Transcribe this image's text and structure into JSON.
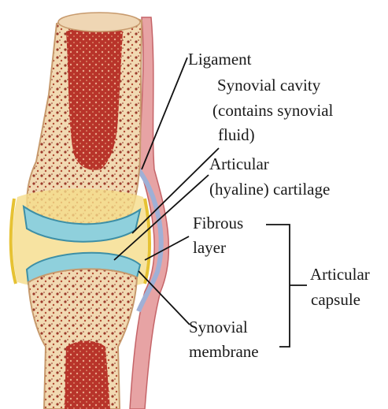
{
  "labels": {
    "ligament": "Ligament",
    "synovial_cavity": [
      "Synovial cavity",
      "(contains synovial",
      "fluid)"
    ],
    "articular_cartilage": [
      "Articular",
      "(hyaline) cartilage"
    ],
    "fibrous_layer": [
      "Fibrous",
      "layer"
    ],
    "articular_capsule": [
      "Articular",
      "capsule"
    ],
    "synovial_membrane": [
      "Synovial",
      "membrane"
    ]
  },
  "colors": {
    "bone_marrow": "#b8342a",
    "spongy_bone": "#f1d9b2",
    "cartilage": "#5fb7c8",
    "synovial_fluid": "#f5d35a",
    "capsule": "#c8d4ea",
    "ligament": "#d9747a"
  }
}
